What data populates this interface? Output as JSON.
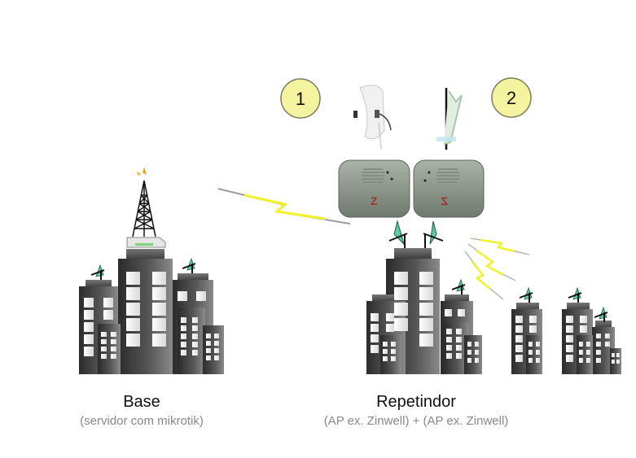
{
  "badges": {
    "one": "1",
    "two": "2"
  },
  "devices": {
    "dish_antenna": "grid-dish-antenna",
    "panel_antenna": "panel-antenna",
    "ap_left_logo": "Z",
    "ap_right_logo": "Z"
  },
  "labels": {
    "base_title": "Base",
    "base_sub": "(servidor com mikrotik)",
    "repeater_title": "Repetindor",
    "repeater_sub": "(AP ex. Zinwell) + (AP ex. Zinwell)"
  },
  "colors": {
    "badge_fill": "#f4f4a0",
    "bolt": "#f2f22a",
    "building_dark": "#2e2e2e",
    "building_light": "#7a7a7a",
    "window": "#efefef",
    "ap_body": "#8a968a",
    "antenna_green": "#5fc9a6"
  }
}
